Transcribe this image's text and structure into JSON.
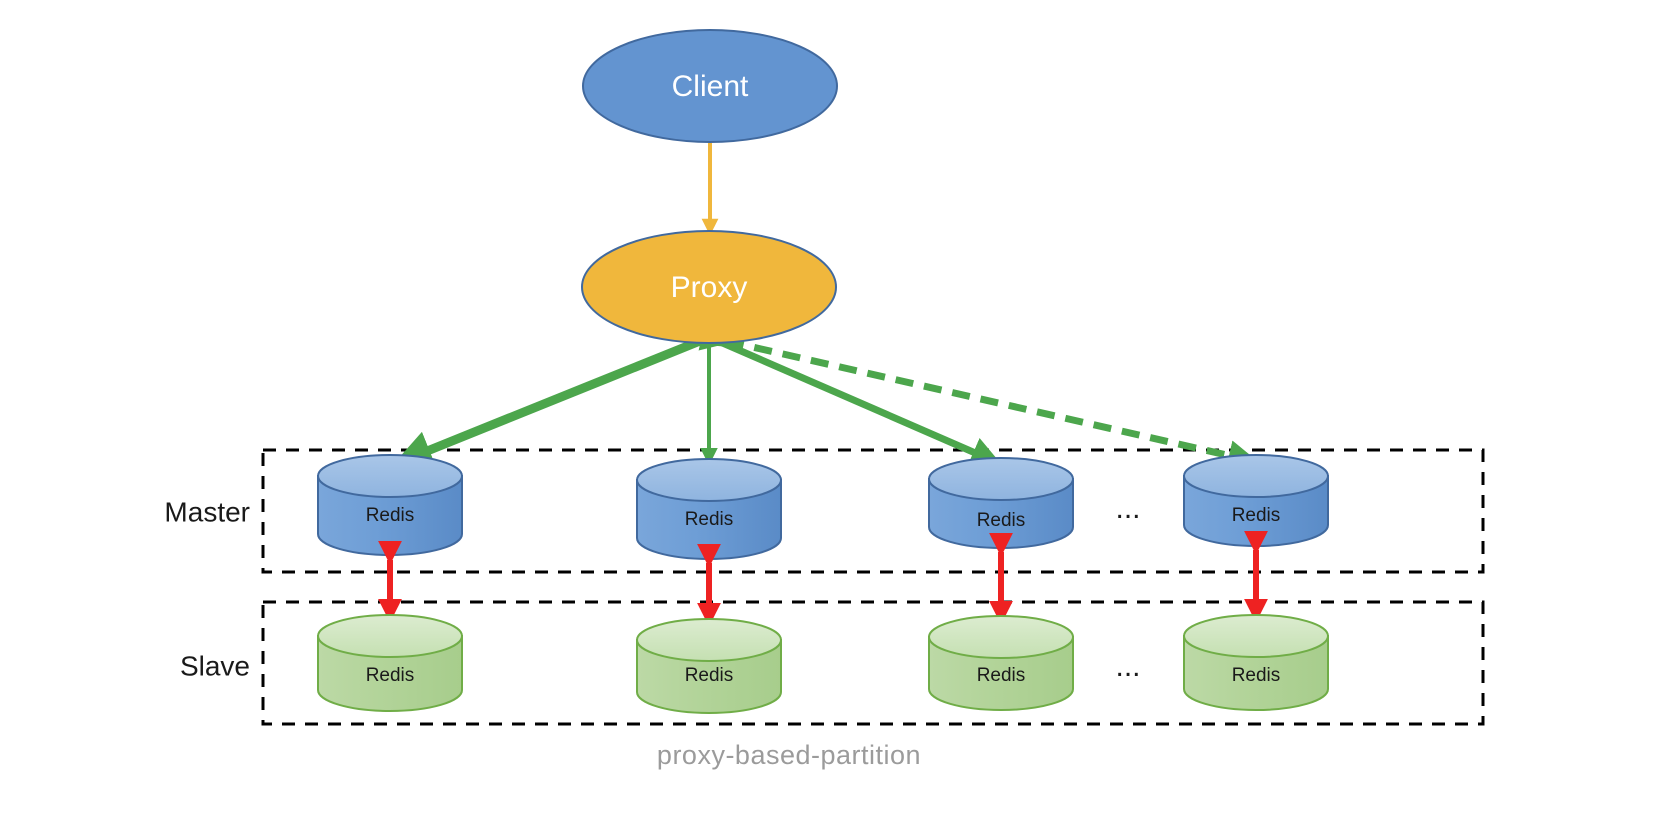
{
  "diagram": {
    "caption": "proxy-based-partition",
    "nodes": {
      "client": {
        "label": "Client",
        "fill": "#6394d0",
        "stroke": "#41699e",
        "text_color": "#ffffff"
      },
      "proxy": {
        "label": "Proxy",
        "fill": "#f0b73c",
        "stroke": "#41699e",
        "text_color": "#ffffff"
      }
    },
    "tiers": [
      {
        "name": "master",
        "label": "Master",
        "node_label": "Redis",
        "ellipsis": "...",
        "body_fill": "#6394d0",
        "top_fill": "#9cbde3",
        "stroke": "#41699e",
        "count": 4
      },
      {
        "name": "slave",
        "label": "Slave",
        "node_label": "Redis",
        "ellipsis": "...",
        "body_fill": "#b3d49a",
        "top_fill": "#d5e8c6",
        "stroke": "#70ad47",
        "count": 4
      }
    ],
    "connections": {
      "client_proxy": {
        "name": "client-proxy-link",
        "color": "#f0b73c",
        "style": "solid",
        "direction": "bidirectional"
      },
      "proxy_master": {
        "name": "proxy-master-link",
        "color": "#4ca64c",
        "style": "solid",
        "direction": "bidirectional"
      },
      "proxy_master_dashed": {
        "name": "proxy-master-dashed-link",
        "color": "#4ca64c",
        "style": "dashed",
        "direction": "bidirectional"
      },
      "master_slave": {
        "name": "master-slave-replication-link",
        "color": "#ee2222",
        "style": "solid",
        "direction": "bidirectional"
      }
    },
    "groups": [
      {
        "name": "master-group-box",
        "stroke": "#000000",
        "style": "dashed"
      },
      {
        "name": "slave-group-box",
        "stroke": "#000000",
        "style": "dashed"
      }
    ]
  }
}
